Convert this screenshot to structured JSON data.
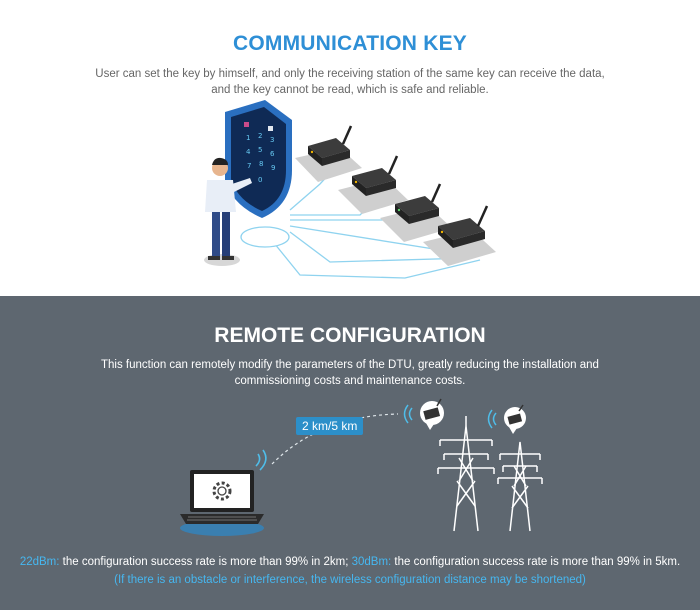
{
  "communication": {
    "title": "COMMUNICATION KEY",
    "desc_line1": "User can set the key by himself, and only the receiving station of the same key can receive the data,",
    "desc_line2": "and the key cannot be read, which is safe and reliable.",
    "keypad": [
      "1",
      "2",
      "3",
      "4",
      "5",
      "6",
      "7",
      "8",
      "9",
      "0"
    ]
  },
  "remote": {
    "title": "REMOTE CONFIGURATION",
    "desc_line1": "This function can remotely modify the parameters of the DTU, greatly reducing the installation and",
    "desc_line2": "commissioning costs and maintenance costs.",
    "distance_label": "2 km/5 km",
    "note_a_hl": "22dBm:",
    "note_a": " the configuration success rate is more than 99% in 2km; ",
    "note_b_hl": "30dBm:",
    "note_b": " the configuration success rate is more than 99% in 5km.",
    "note2": "(If there is an obstacle or interference, the wireless configuration distance may be shortened)"
  },
  "colors": {
    "title_blue": "#2e8fd6",
    "dark_bg": "#5e6770",
    "highlight": "#46b7f0",
    "badge_bg": "#2c8fc9"
  },
  "icons": [
    "shield-icon",
    "device-icon",
    "antenna-icon",
    "laptop-icon",
    "gear-icon",
    "wifi-icon",
    "tower-icon"
  ]
}
